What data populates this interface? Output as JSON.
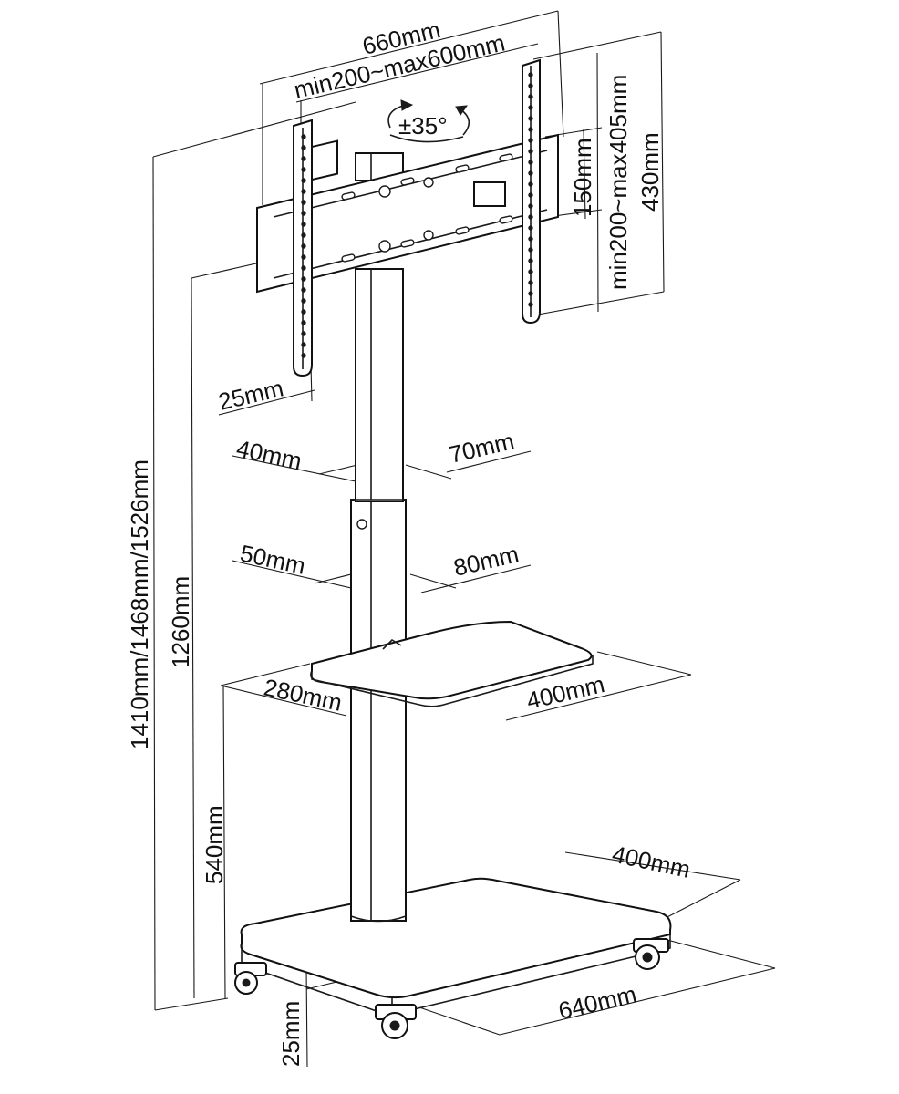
{
  "dimensions": {
    "plate_width": "660mm",
    "vesa_horizontal": "min200~max600mm",
    "tilt": "±35°",
    "bracket_height": "150mm",
    "vesa_vertical": "min200~max405mm",
    "plate_height": "430mm",
    "bracket_depth": "25mm",
    "upper_pole_depth": "40mm",
    "upper_pole_width": "70mm",
    "lower_pole_depth": "50mm",
    "lower_pole_width": "80mm",
    "shelf_depth": "280mm",
    "shelf_width": "400mm",
    "total_height": "1410mm/1468mm/1526mm",
    "center_height": "1260mm",
    "shelf_height": "540mm",
    "base_depth": "400mm",
    "base_width": "640mm",
    "base_thickness": "25mm"
  }
}
